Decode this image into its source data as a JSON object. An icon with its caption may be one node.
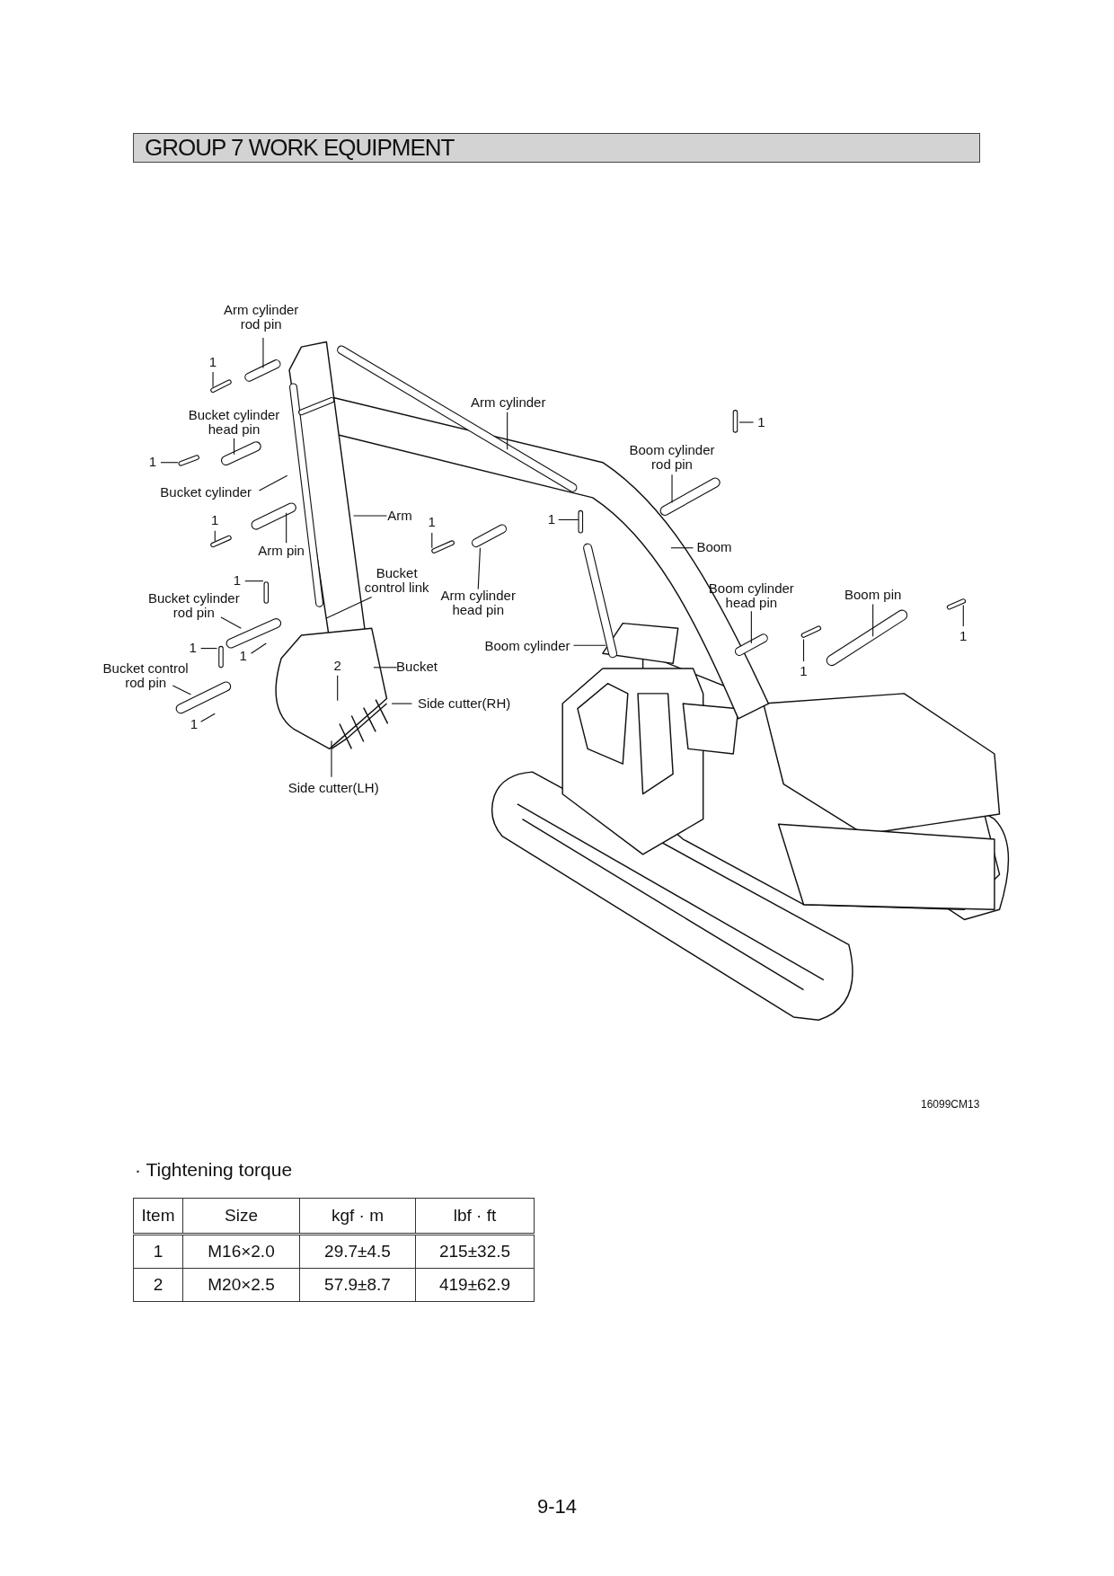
{
  "diagram": {
    "title": "GROUP 7 WORK EQUIPMENT",
    "nodes": [
      {
        "text": [
          "Arm cylinder rod pin"
        ]
      },
      {
        "text": [
          "1"
        ]
      },
      {
        "text": [
          "Bucket cylinder head pin"
        ]
      },
      {
        "text": [
          "1"
        ]
      },
      {
        "text": [
          "Bucket cylinder"
        ]
      },
      {
        "text": [
          "1"
        ]
      },
      {
        "text": [
          "Arm pin"
        ]
      },
      {
        "text": [
          "Arm"
        ]
      },
      {
        "text": [
          "Bucket control link"
        ]
      },
      {
        "text": [
          "1"
        ]
      },
      {
        "text": [
          "Arm cylinder head pin"
        ]
      },
      {
        "text": [
          "1"
        ]
      },
      {
        "text": [
          "Bucket cylinder rod pin"
        ]
      },
      {
        "text": [
          "1"
        ]
      },
      {
        "text": [
          "1"
        ]
      },
      {
        "text": [
          "Bucket control rod pin"
        ]
      },
      {
        "text": [
          "1"
        ]
      },
      {
        "text": [
          "2"
        ]
      },
      {
        "text": [
          "Bucket"
        ]
      },
      {
        "text": [
          "Side cutter(RH)"
        ]
      },
      {
        "text": [
          "Side cutter(LH)"
        ]
      },
      {
        "text": [
          "Arm cylinder"
        ]
      },
      {
        "text": [
          "1"
        ]
      },
      {
        "text": [
          "Boom cylinder"
        ]
      },
      {
        "text": [
          "Boom cylinder rod pin"
        ]
      },
      {
        "text": [
          "1"
        ]
      },
      {
        "text": [
          "Boom"
        ]
      },
      {
        "text": [
          "Boom cylinder head pin"
        ]
      },
      {
        "text": [
          "1"
        ]
      },
      {
        "text": [
          "Boom pin"
        ]
      },
      {
        "text": [
          "1"
        ]
      }
    ],
    "edges": [
      {
        "from": 0,
        "to": null,
        "arrow": "none"
      },
      {
        "from": 1,
        "to": null,
        "arrow": "none"
      },
      {
        "from": 2,
        "to": null,
        "arrow": "none"
      },
      {
        "from": 3,
        "to": null,
        "arrow": "none"
      },
      {
        "from": 4,
        "to": null,
        "arrow": "none"
      },
      {
        "from": 5,
        "to": null,
        "arrow": "none"
      },
      {
        "from": 6,
        "to": null,
        "arrow": "none"
      },
      {
        "from": 7,
        "to": null,
        "arrow": "none"
      },
      {
        "from": 8,
        "to": null,
        "arrow": "none"
      },
      {
        "from": 9,
        "to": null,
        "arrow": "none"
      },
      {
        "from": 10,
        "to": null,
        "arrow": "none"
      },
      {
        "from": 11,
        "to": null,
        "arrow": "none"
      },
      {
        "from": 12,
        "to": null,
        "arrow": "none"
      },
      {
        "from": 13,
        "to": null,
        "arrow": "none"
      },
      {
        "from": 14,
        "to": null,
        "arrow": "none"
      },
      {
        "from": 15,
        "to": null,
        "arrow": "none"
      },
      {
        "from": 16,
        "to": null,
        "arrow": "none"
      },
      {
        "from": 17,
        "to": null,
        "arrow": "none"
      },
      {
        "from": 18,
        "to": null,
        "arrow": "none"
      },
      {
        "from": 19,
        "to": null,
        "arrow": "none"
      },
      {
        "from": 20,
        "to": null,
        "arrow": "none"
      },
      {
        "from": 21,
        "to": null,
        "arrow": "none"
      },
      {
        "from": 22,
        "to": null,
        "arrow": "none"
      },
      {
        "from": 23,
        "to": null,
        "arrow": "none"
      },
      {
        "from": 24,
        "to": null,
        "arrow": "none"
      },
      {
        "from": 25,
        "to": null,
        "arrow": "none"
      },
      {
        "from": 26,
        "to": null,
        "arrow": "none"
      },
      {
        "from": 27,
        "to": null,
        "arrow": "none"
      },
      {
        "from": 28,
        "to": null,
        "arrow": "none"
      },
      {
        "from": 29,
        "to": null,
        "arrow": "none"
      },
      {
        "from": 30,
        "to": null,
        "arrow": "none"
      }
    ],
    "labels": [
      "16099CM13",
      "· Tightening torque",
      "Item",
      "Size",
      "kgf · m",
      "lbf · ft",
      "1",
      "M16×2.0",
      "29.7±4.5",
      "215±32.5",
      "2",
      "M20×2.5",
      "57.9±8.7",
      "419±62.9",
      "9-14"
    ]
  }
}
